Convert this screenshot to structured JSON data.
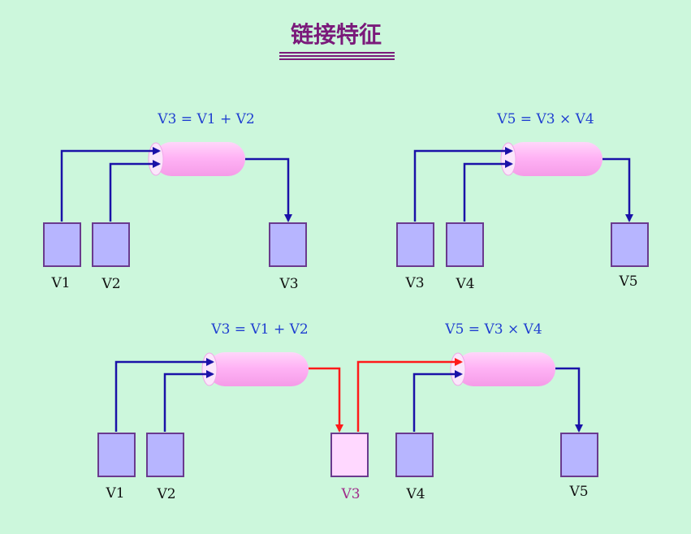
{
  "title": "链接特征",
  "colors": {
    "background": "#ccf7dc",
    "title": "#7a1a7a",
    "equation": "#1f3fd0",
    "register": "#b7b5ff",
    "register_highlight": "#ffd8ff",
    "pipe": "#ffb3f5",
    "wire": "#1a12a8",
    "chain_wire": "#ff1a1a"
  },
  "top_left": {
    "equation": "V3 = V1 + V2",
    "inputs": [
      "V1",
      "V2"
    ],
    "output": "V3"
  },
  "top_right": {
    "equation": "V5 = V3 × V4",
    "inputs": [
      "V3",
      "V4"
    ],
    "output": "V5"
  },
  "bottom_chain": {
    "equation_1": "V3 = V1 + V2",
    "equation_2": "V5 = V3 × V4",
    "inputs_1": [
      "V1",
      "V2"
    ],
    "intermediate": "V3",
    "input_2": "V4",
    "output": "V5"
  }
}
